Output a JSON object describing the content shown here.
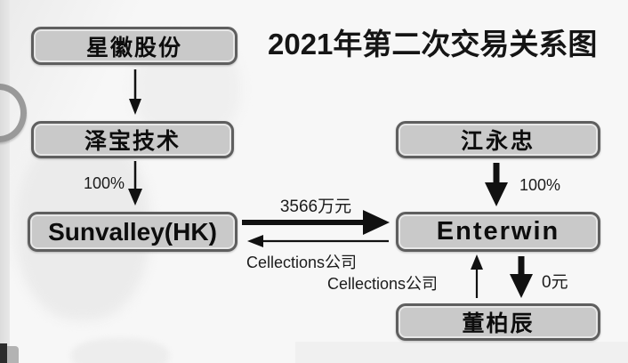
{
  "title": "2021年第二次交易关系图",
  "nodes": {
    "xinghui": "星徽股份",
    "zebao": "泽宝技术",
    "sunvalley": "Sunvalley(HK)",
    "jiang": "江永忠",
    "enterwin": "Enterwin",
    "dong": "董柏辰"
  },
  "edge_labels": {
    "zebao_to_sunvalley": "100%",
    "jiang_to_enterwin": "100%",
    "sunvalley_to_enterwin": "3566万元",
    "enterwin_to_sunvalley": "Cellections公司",
    "cellections_to_enterwin": "Cellections公司",
    "enterwin_to_dong": "0元"
  },
  "colors": {
    "node_fill": "#c9c9c9",
    "node_border": "#5f5f5f",
    "arrow": "#111111",
    "background": "#f7f7f7",
    "title_text": "#151515"
  }
}
